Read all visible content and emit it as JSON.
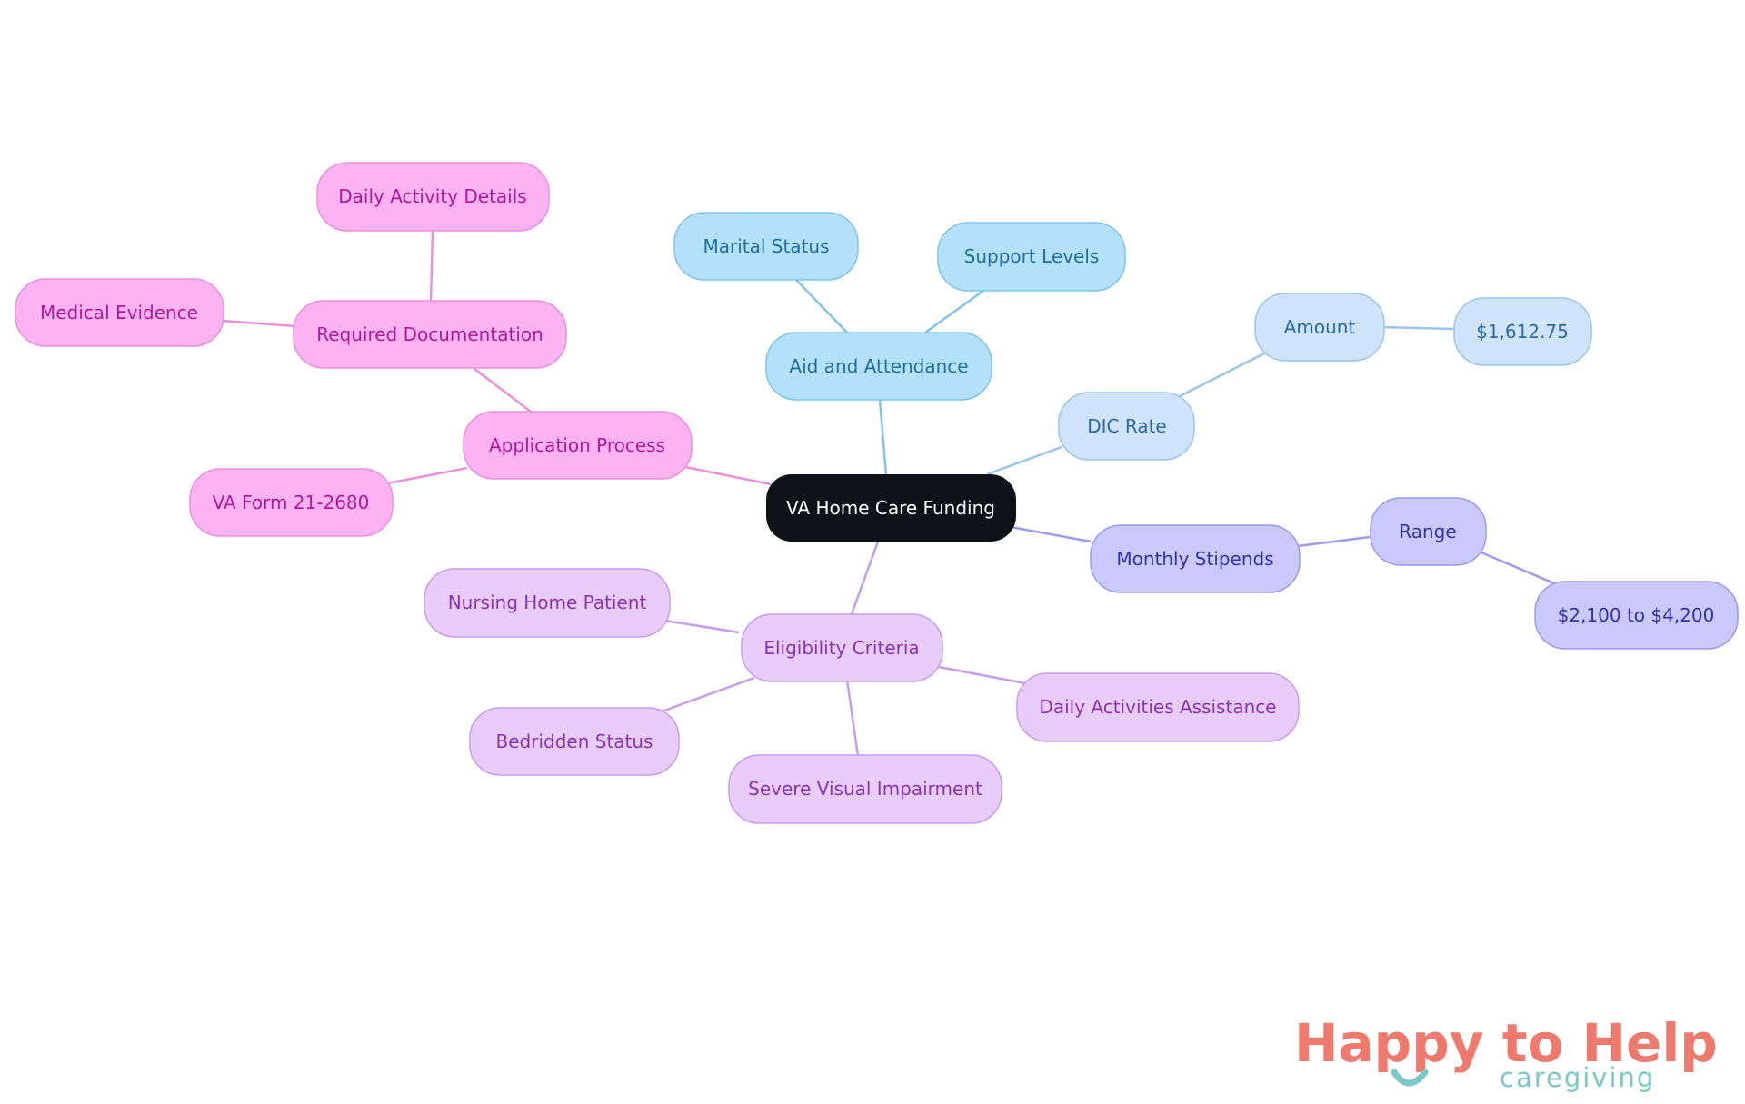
{
  "mindmap": {
    "root": "VA Home Care Funding",
    "branches": {
      "aid_and_attendance": {
        "label": "Aid and Attendance",
        "children": [
          "Marital Status",
          "Support Levels"
        ]
      },
      "dic_rate": {
        "label": "DIC Rate",
        "amount_label": "Amount",
        "amount_value": "$1,612.75"
      },
      "monthly_stipends": {
        "label": "Monthly Stipends",
        "range_label": "Range",
        "range_value": "$2,100 to $4,200"
      },
      "eligibility_criteria": {
        "label": "Eligibility Criteria",
        "children": [
          "Nursing Home Patient",
          "Bedridden Status",
          "Severe Visual Impairment",
          "Daily Activities Assistance"
        ]
      },
      "application_process": {
        "label": "Application Process",
        "form": "VA Form 21-2680",
        "required_documentation": {
          "label": "Required Documentation",
          "children": [
            "Daily Activity Details",
            "Medical Evidence"
          ]
        }
      }
    }
  },
  "branding": {
    "name_part1": "Happy to Help",
    "tagline": "caregiving"
  },
  "colors": {
    "root_fill": "#0e1116",
    "root_text": "#ffffff",
    "blue_fill": "#b3e0fb",
    "blue_stroke": "#7fc3eb",
    "blue_text": "#1f6e9c",
    "lightblue_fill": "#cfe4fa",
    "lightblue_stroke": "#99c5ec",
    "lightblue_text": "#2a6aa4",
    "indigo_fill": "#c9c9fb",
    "indigo_stroke": "#9b9bec",
    "indigo_text": "#3532a8",
    "lavender_fill": "#e8cdfb",
    "lavender_stroke": "#c89cec",
    "lavender_text": "#8a32b6",
    "pink_fill": "#fdb3f2",
    "pink_stroke": "#ec8edd",
    "pink_text": "#b0189c",
    "logo_coral": "#ee7a6e",
    "logo_teal": "#7cc7c9"
  }
}
